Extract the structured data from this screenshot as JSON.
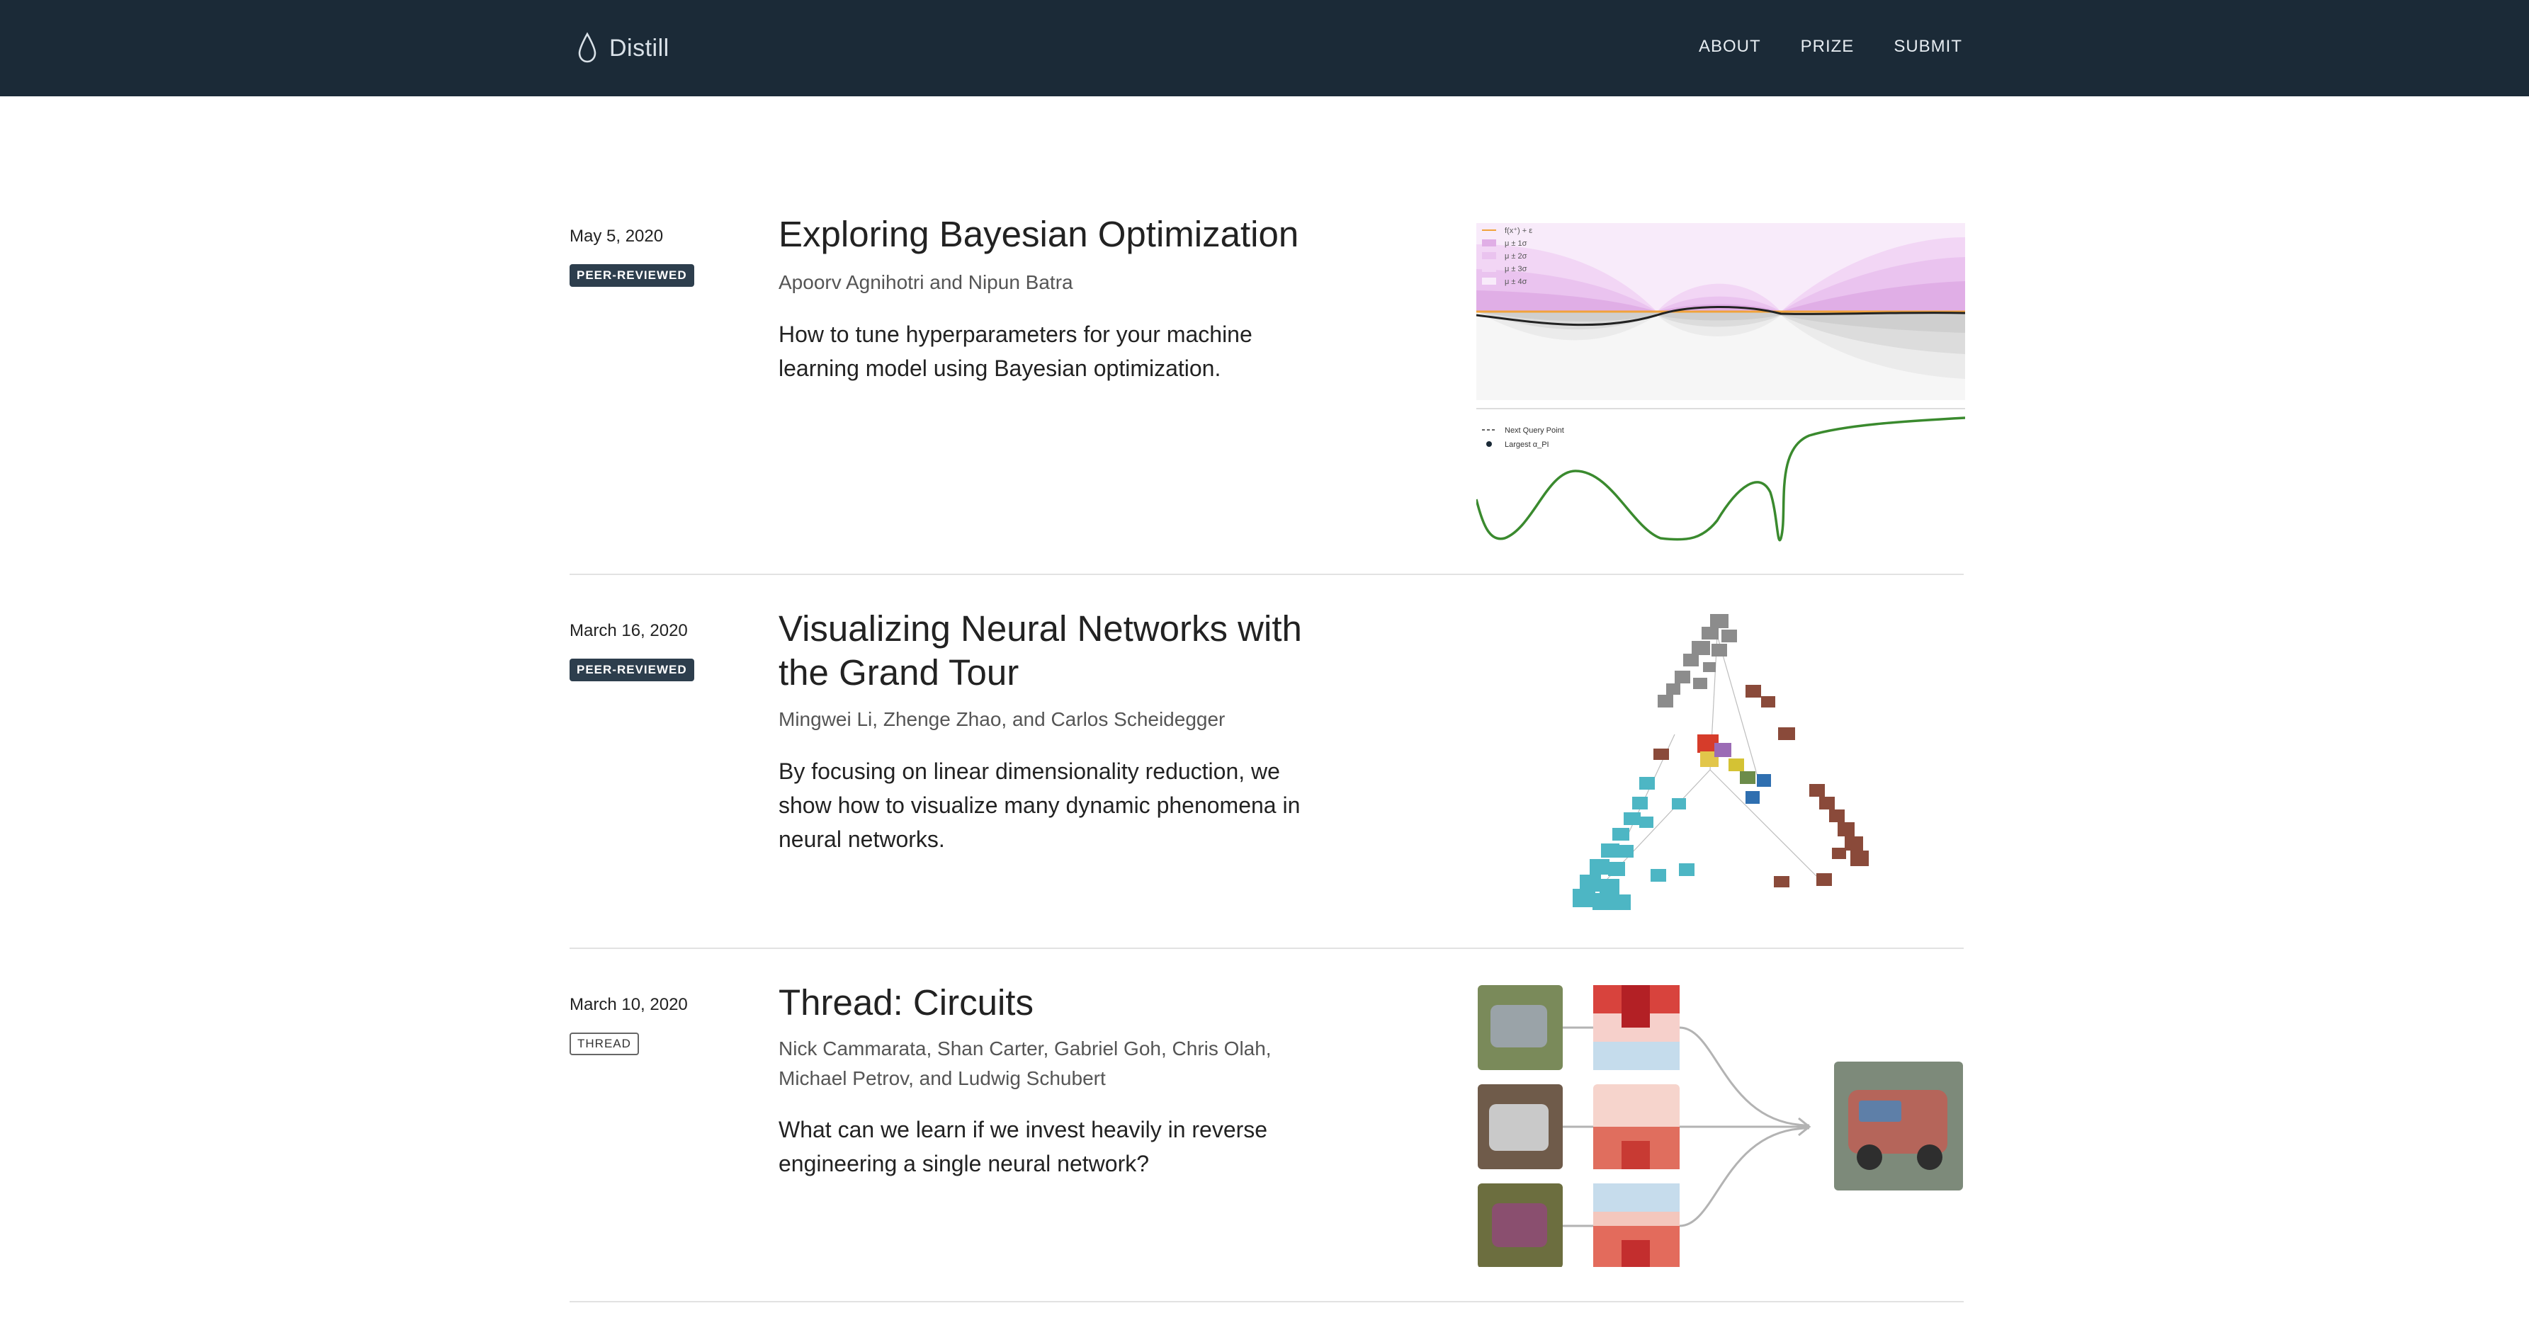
{
  "site": {
    "logo_text": "Distill",
    "nav": [
      "ABOUT",
      "PRIZE",
      "SUBMIT"
    ]
  },
  "posts": [
    {
      "date": "May 5, 2020",
      "badge": "PEER-REVIEWED",
      "title": "Exploring Bayesian Optimization",
      "authors": "Apoorv Agnihotri and Nipun Batra",
      "description": "How to tune hyperparameters for your machine learning model using Bayesian optimization.",
      "figure": {
        "legend_top": [
          "f(x⁺) + ε",
          "μ ± 1σ",
          "μ ± 2σ",
          "μ ± 3σ",
          "μ ± 4σ"
        ],
        "legend_bottom": [
          "Next Query Point",
          "Largest α_PI"
        ],
        "colors": {
          "band": "#e9b8ef",
          "mean": "#222222",
          "threshold": "#f0a33b",
          "acq": "#3a8a2e"
        }
      }
    },
    {
      "date": "March 16, 2020",
      "badge": "PEER-REVIEWED",
      "title": "Visualizing Neural Networks with the Grand Tour",
      "authors": "Mingwei Li, Zhenge Zhao, and Carlos Scheidegger",
      "description": "By focusing on linear dimensionality reduction, we show how to visualize many dynamic phenomena in neural networks."
    },
    {
      "date": "March 10, 2020",
      "badge": "THREAD",
      "title": "Thread: Circuits",
      "authors": "Nick Cammarata, Shan Carter, Gabriel Goh, Chris Olah, Michael Petrov, and Ludwig Schubert",
      "description": "What can we learn if we invest heavily in reverse engineering a single neural network?"
    }
  ]
}
